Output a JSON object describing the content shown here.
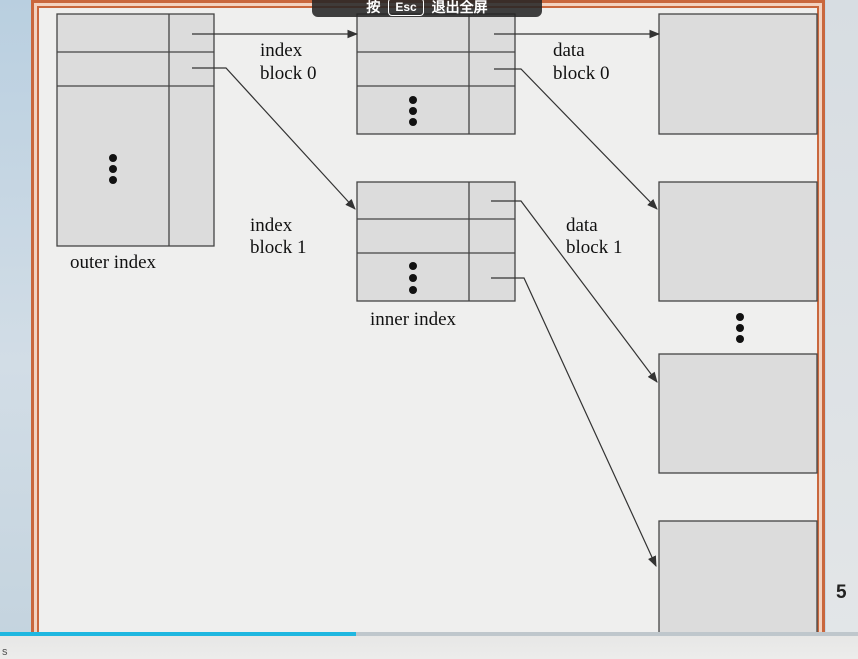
{
  "toast": {
    "prefix": "按",
    "key": "Esc",
    "suffix": "退出全屏"
  },
  "labels": {
    "index_block_0_line1": "index",
    "index_block_0_line2": "block 0",
    "index_block_1_line1": "index",
    "index_block_1_line2": "block 1",
    "data_block_0_line1": "data",
    "data_block_0_line2": "block 0",
    "data_block_1_line1": "data",
    "data_block_1_line2": "block 1",
    "outer_index": "outer index",
    "inner_index": "inner index"
  },
  "page_number": "5",
  "corner_text": "s",
  "playback": {
    "progress_fraction": 0.415
  },
  "colors": {
    "block_fill": "#dcdcdc",
    "stroke": "#333333",
    "frame": "#c9673d",
    "progress": "#1fb7e0"
  }
}
